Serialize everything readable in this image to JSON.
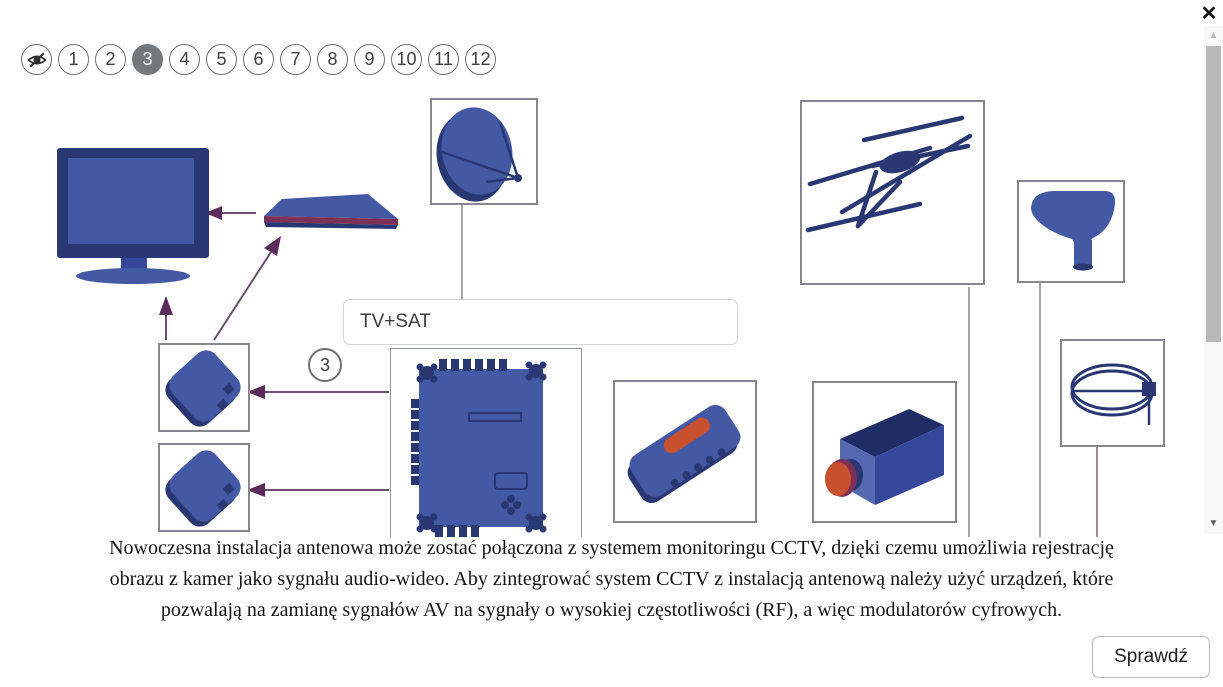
{
  "window": {
    "close_icon": "✕"
  },
  "pager": {
    "eye_icon": "visibility-off",
    "items": [
      "1",
      "2",
      "3",
      "4",
      "5",
      "6",
      "7",
      "8",
      "9",
      "10",
      "11",
      "12"
    ],
    "selected": "3"
  },
  "diagram": {
    "answer_input": {
      "value": "TV+SAT",
      "placeholder": ""
    },
    "step_badge": "3",
    "devices": [
      "tv",
      "flat-panel-device",
      "satellite-dish",
      "set-top-box",
      "set-top-box",
      "multiswitch",
      "amplifier-modulator",
      "cctv-camera",
      "yagi-antenna",
      "horn-antenna",
      "loop-antenna"
    ]
  },
  "description": {
    "lines": [
      "Nowoczesna instalacja antenowa może zostać połączona z systemem monitoringu CCTV, dzięki czemu umożliwia rejestrację",
      "obrazu z kamer jako sygnału audio-wideo. Aby zintegrować system CCTV z instalacją antenową należy użyć urządzeń, które",
      "pozwalają na zamianę sygnałów AV na sygnały o wysokiej częstotliwości (RF), a więc modulatorów cyfrowych."
    ]
  },
  "actions": {
    "check_label": "Sprawdź"
  },
  "colors": {
    "device_blue": "#4459a4",
    "device_navy": "#293872",
    "device_navy_dark": "#1f2d66",
    "device_navy_med": "#35479b",
    "device_blue_light": "#5469b0",
    "accent_red": "#c7502e",
    "accent_maroon": "#7d3156",
    "arrow_purple": "#5b2b5b",
    "arrow_line": "#6b4e6e",
    "line_gray": "#8d8d8d",
    "loop_line": "#917a93",
    "frame_border": "#86868f",
    "selected_circle": "#75787b"
  }
}
